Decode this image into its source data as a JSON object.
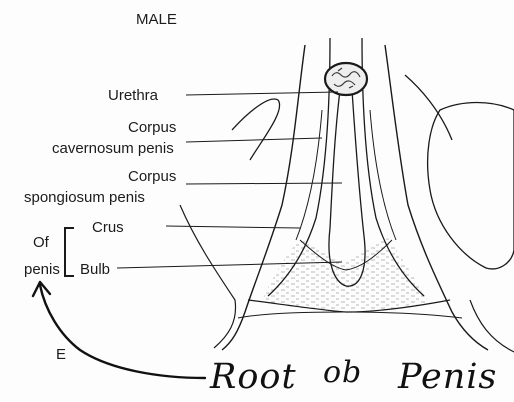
{
  "title": "MALE",
  "panel_letter": "E",
  "labels": {
    "urethra": "Urethra",
    "corpus_cav_1": "Corpus",
    "corpus_cav_2": "cavernosum penis",
    "corpus_spong_1": "Corpus",
    "corpus_spong_2": "spongiosum penis",
    "crus": "Crus",
    "bulb": "Bulb",
    "of": "Of",
    "penis": "penis"
  },
  "handwritten_note": {
    "w1": "Root",
    "w2": "ob",
    "w3": "Penis"
  },
  "colors": {
    "ink": "#1a1a1a",
    "stipple": "#9a9a9a",
    "background": "#fdfdfd"
  }
}
